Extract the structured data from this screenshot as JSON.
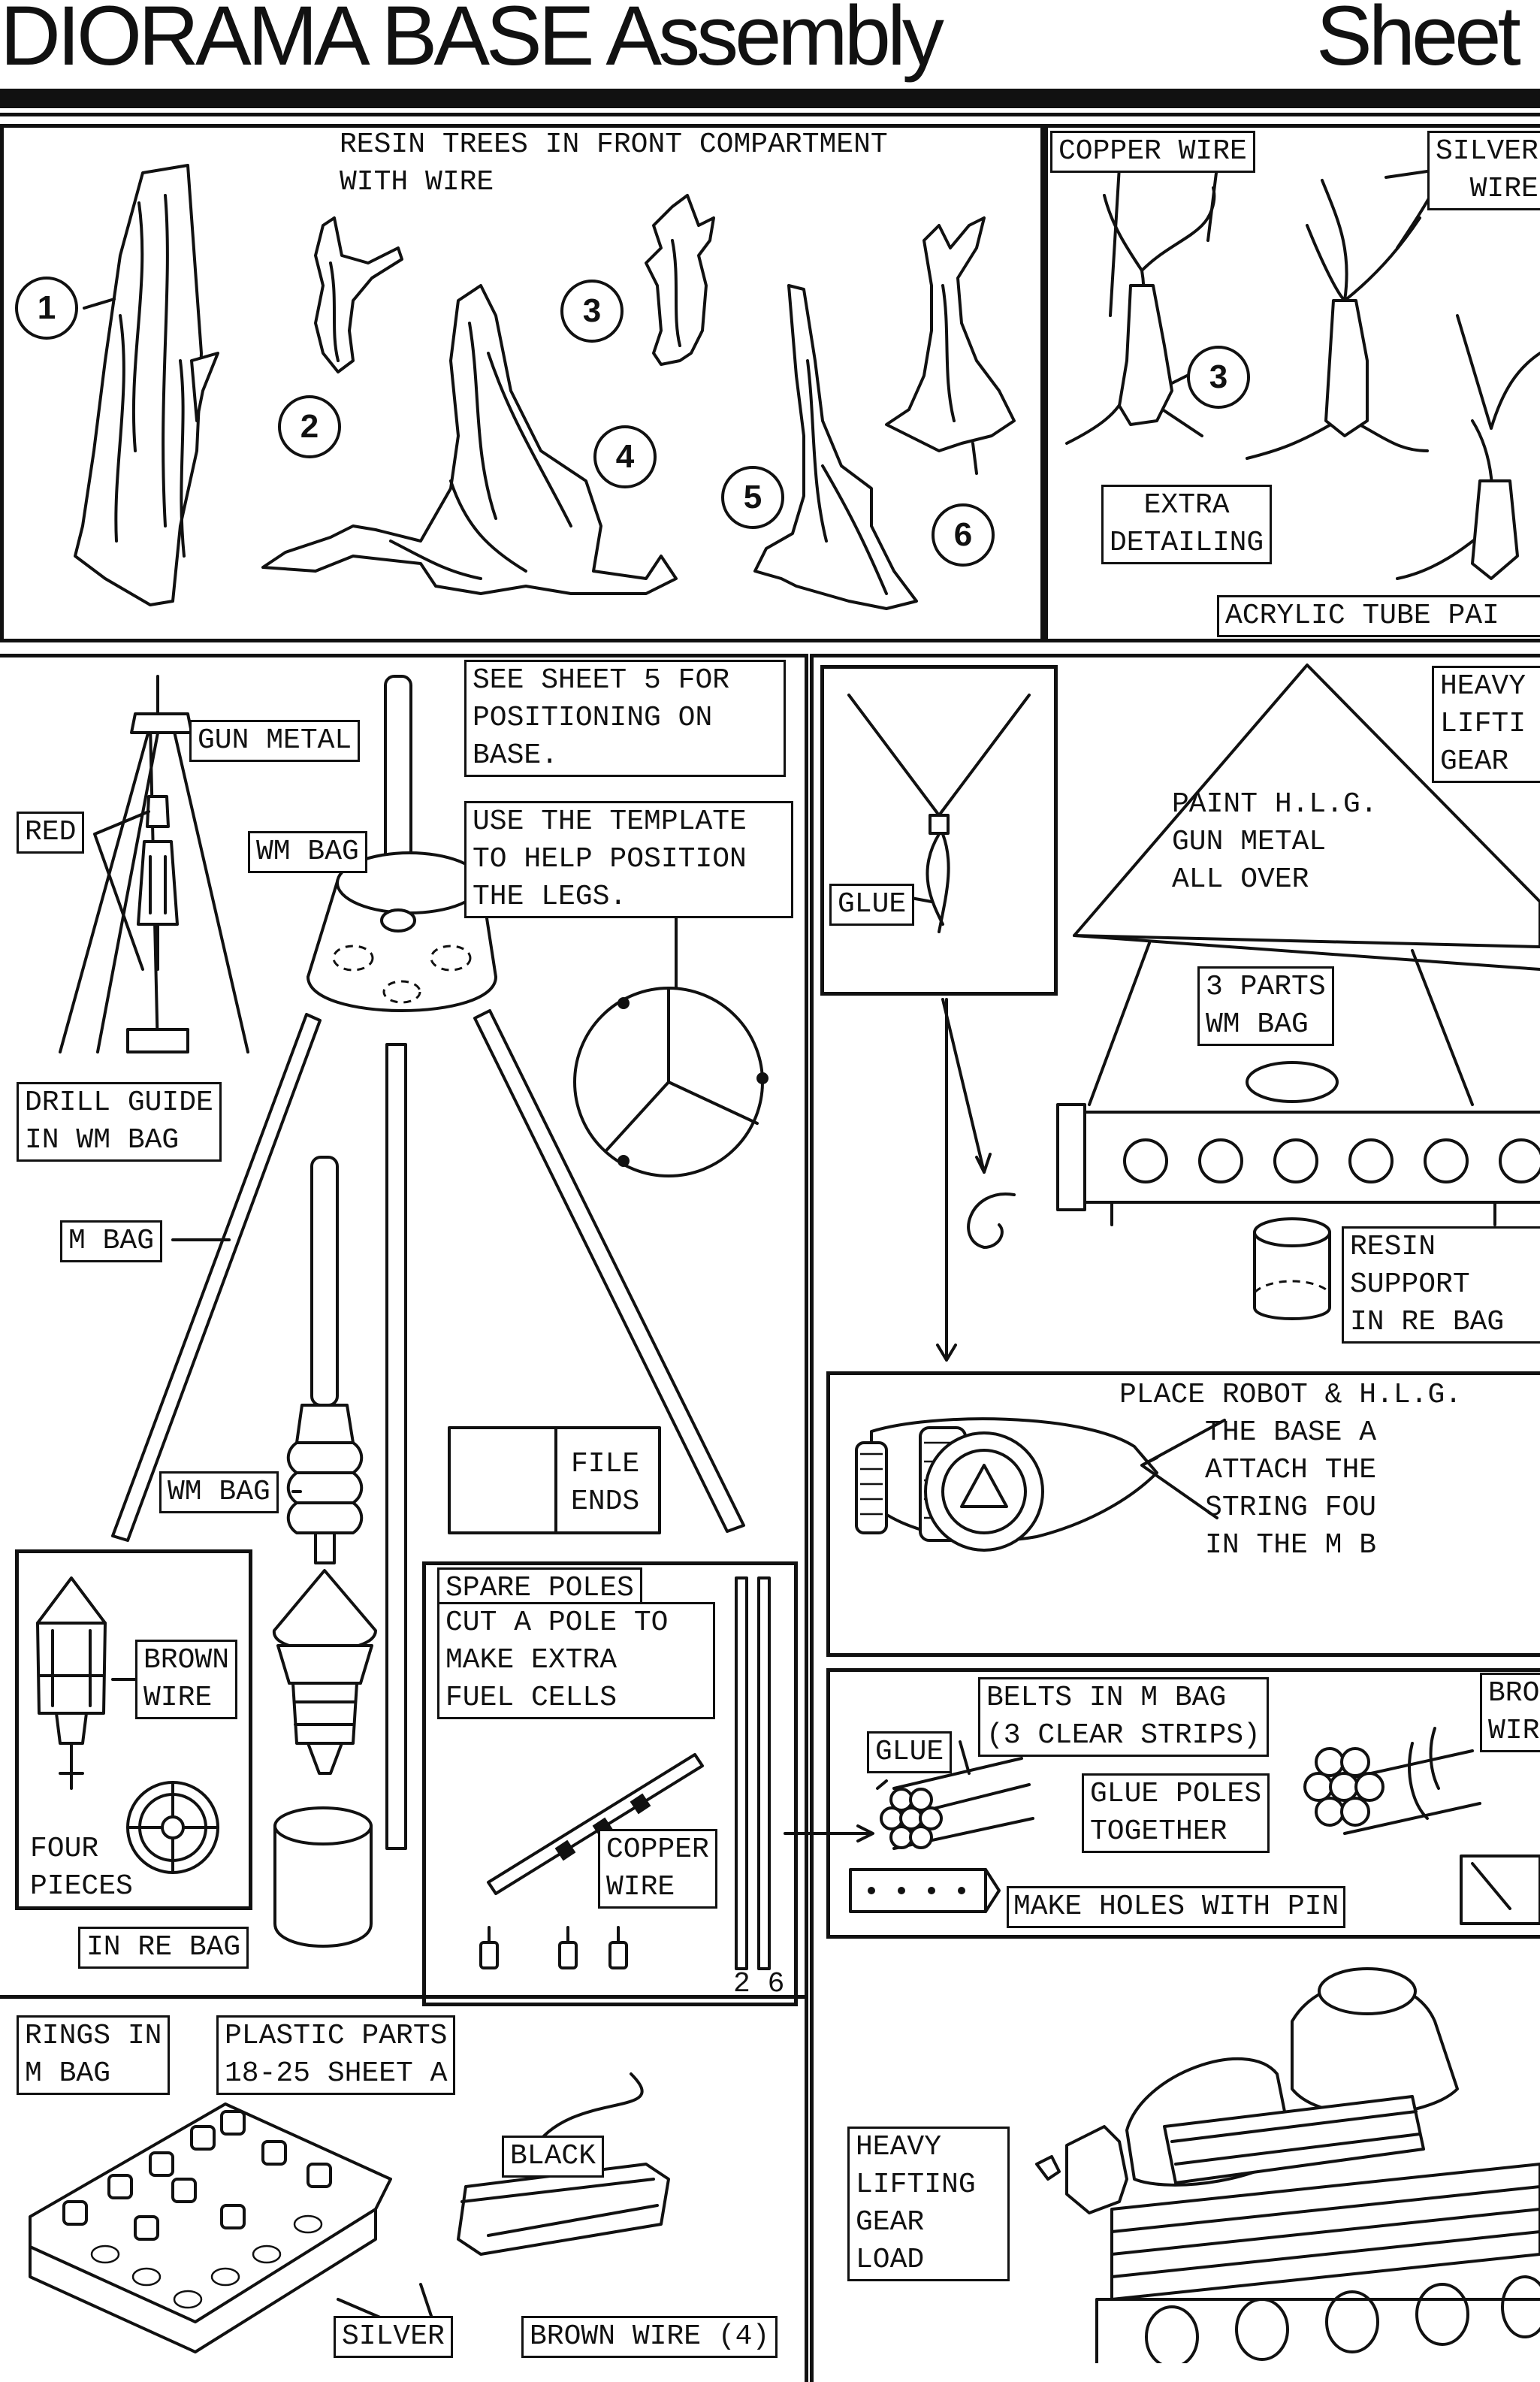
{
  "header": {
    "title_left": "DIORAMA BASE Assembly",
    "title_right": "Sheet"
  },
  "trees_panel": {
    "heading": "RESIN TREES IN FRONT COMPARTMENT\nWITH WIRE",
    "numbers": [
      "1",
      "2",
      "3",
      "4",
      "5",
      "6"
    ]
  },
  "wire_trees_panel": {
    "copper_wire": "COPPER WIRE",
    "silver_wire": "SILVER\n  WIRE",
    "number": "3",
    "extra_detailing": "EXTRA\nDETAILING",
    "acrylic_tube": "ACRYLIC TUBE PAI"
  },
  "tripod_panel": {
    "gun_metal": "GUN METAL",
    "red": "RED",
    "wm_bag_top": "WM BAG",
    "see_sheet": "SEE SHEET 5 FOR\nPOSITIONING ON\nBASE.",
    "template": "USE THE TEMPLATE\nTO HELP POSITION\nTHE LEGS.",
    "drill_guide": "DRILL GUIDE\nIN WM BAG",
    "m_bag": "M BAG",
    "wm_bag_mid": "WM BAG",
    "file_ends": "FILE\nENDS",
    "brown_wire": "BROWN\nWIRE",
    "four_pieces": "FOUR\nPIECES",
    "in_re_bag": "IN RE BAG"
  },
  "spare_poles_panel": {
    "heading": "SPARE POLES",
    "instruction": "CUT A POLE TO\nMAKE EXTRA\nFUEL CELLS",
    "copper_wire": "COPPER\nWIRE",
    "part_number": "2 6"
  },
  "base_plate_panel": {
    "rings": "RINGS IN\nM BAG",
    "plastic_parts": "PLASTIC PARTS\n18-25 SHEET A",
    "black": "BLACK",
    "silver": "SILVER",
    "brown_wire": "BROWN WIRE (4)"
  },
  "hlg_panel": {
    "glue": "GLUE",
    "heavy_lifting_gear": "HEAVY\nLIFTI\nGEAR",
    "paint": "PAINT H.L.G.\nGUN METAL\nALL OVER",
    "three_parts": "3 PARTS\nWM BAG",
    "resin_support": "RESIN\nSUPPORT\nIN RE BAG"
  },
  "robot_panel": {
    "instruction": "PLACE ROBOT & H.L.G.\n     THE BASE A\n     ATTACH THE\n     STRING FOU\n     IN THE M B"
  },
  "belts_panel": {
    "belts": "BELTS IN M BAG\n(3 CLEAR STRIPS)",
    "glue": "GLUE",
    "brown_wire": "BRO\nWIR",
    "glue_poles": "GLUE POLES\nTOGETHER",
    "make_holes": "MAKE HOLES WITH PIN"
  },
  "load_panel": {
    "heavy_lifting_gear_load": "HEAVY\nLIFTING\nGEAR\nLOAD"
  }
}
